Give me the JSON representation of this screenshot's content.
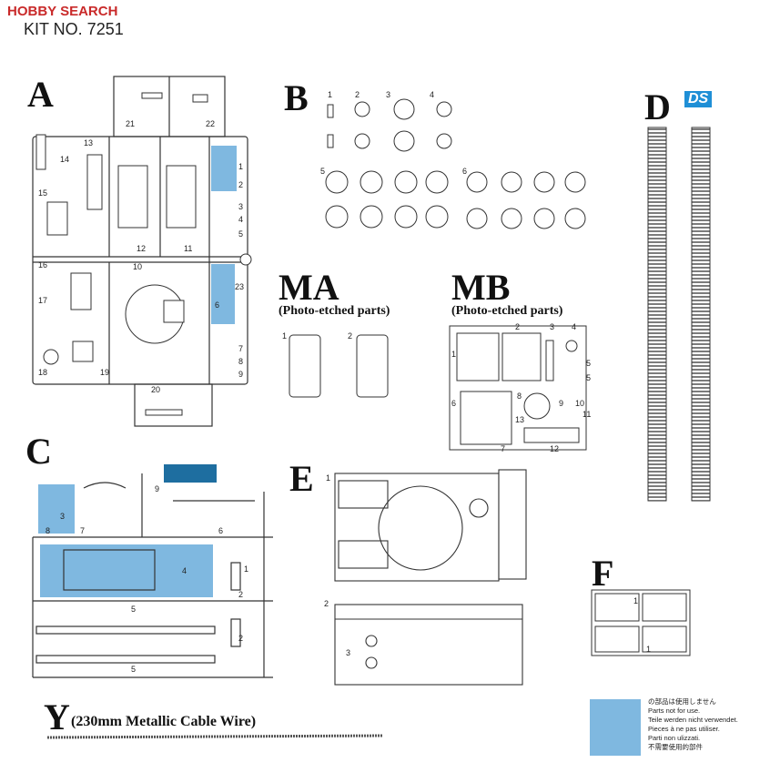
{
  "header": {
    "watermark": "HOBBY SEARCH",
    "kit_no": "KIT NO. 7251"
  },
  "colors": {
    "highlight": "#7fb8e0",
    "line": "#333333",
    "ds_logo": "#1f8fd6"
  },
  "sprues": {
    "A": {
      "label": "A",
      "part_numbers": [
        "21",
        "22",
        "14",
        "13",
        "1",
        "2",
        "15",
        "3",
        "4",
        "5",
        "12",
        "11",
        "16",
        "10",
        "23",
        "6",
        "17",
        "7",
        "8",
        "18",
        "19",
        "9",
        "20"
      ]
    },
    "B": {
      "label": "B",
      "part_numbers": [
        "1",
        "2",
        "3",
        "4",
        "5",
        "6"
      ]
    },
    "MA": {
      "label": "MA",
      "subtitle": "(Photo-etched parts)",
      "part_numbers": [
        "1",
        "2"
      ]
    },
    "MB": {
      "label": "MB",
      "subtitle": "(Photo-etched parts)",
      "part_numbers": [
        "1",
        "2",
        "3",
        "4",
        "5",
        "6",
        "7",
        "8",
        "9",
        "10",
        "11",
        "12",
        "13",
        "5"
      ]
    },
    "C": {
      "label": "C",
      "part_numbers": [
        "9",
        "3",
        "8",
        "7",
        "6",
        "4",
        "1",
        "2",
        "5",
        "2",
        "5"
      ]
    },
    "D": {
      "label": "D",
      "logo": "DS"
    },
    "E": {
      "label": "E",
      "part_numbers": [
        "1",
        "2",
        "3"
      ]
    },
    "F": {
      "label": "F",
      "part_numbers": [
        "1",
        "1"
      ]
    },
    "Y": {
      "label": "Y",
      "subtitle": "(230mm Metallic Cable Wire)"
    }
  },
  "legend": {
    "lines": [
      "の部品は使用しません",
      "Parts not for use.",
      "Teile werden nicht verwendet.",
      "Pieces à ne pas utiliser.",
      "Parti non ulizzati.",
      "不需要使用的部件"
    ]
  }
}
